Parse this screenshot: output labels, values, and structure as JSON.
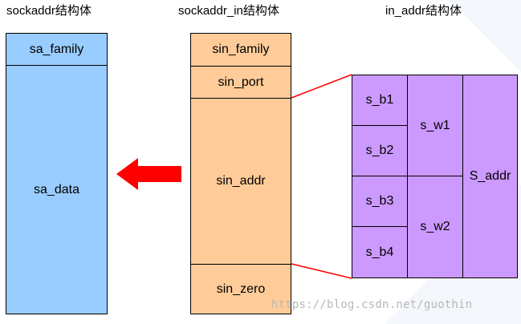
{
  "titles": {
    "sockaddr": "sockaddr结构体",
    "sockaddr_in": "sockaddr_in结构体",
    "in_addr": "in_addr结构体"
  },
  "sockaddr": {
    "sa_family": "sa_family",
    "sa_data": "sa_data"
  },
  "sockaddr_in": {
    "sin_family": "sin_family",
    "sin_port": "sin_port",
    "sin_addr": "sin_addr",
    "sin_zero": "sin_zero"
  },
  "in_addr": {
    "s_b1": "s_b1",
    "s_b2": "s_b2",
    "s_b3": "s_b3",
    "s_b4": "s_b4",
    "s_w1": "s_w1",
    "s_w2": "s_w2",
    "S_addr": "S_addr"
  },
  "watermark": "https://blog.csdn.net/guothin",
  "colors": {
    "sockaddr_fill": "#99ccff",
    "sockaddr_in_fill": "#ffcc99",
    "in_addr_fill": "#cc99ff",
    "arrow": "#ff0000",
    "connector": "#ff0000"
  }
}
